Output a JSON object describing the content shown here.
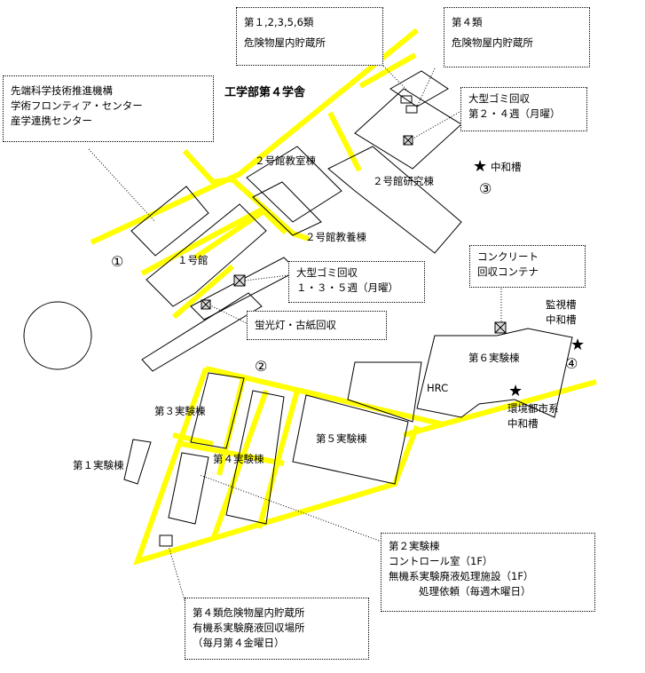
{
  "map": {
    "title": "工学部第４学舎",
    "buildings": {
      "bldg2_classroom": "２号館教室棟",
      "bldg2_research": "２号館研究棟",
      "bldg2_liberal": "２号館教養棟",
      "bldg1": "１号館",
      "lab6": "第６実験棟",
      "hrc": "HRC",
      "lab3": "第３実験棟",
      "lab5": "第５実験棟",
      "lab4": "第４実験棟",
      "lab1": "第１実験棟"
    },
    "markers": {
      "m1": "①",
      "m2": "②",
      "m3": "③",
      "m4": "④",
      "star": "★"
    },
    "point_labels": {
      "neutralizer": "中和槽",
      "monitor_neutralizer": [
        "監視槽",
        "中和槽"
      ],
      "env_neutralizer": [
        "環境都市系",
        "中和槽"
      ]
    },
    "callouts": {
      "hazmat_1_6": [
        "第１,2,3,5,6類",
        "危険物屋内貯蔵所"
      ],
      "hazmat_4": [
        "第４類",
        "危険物屋内貯蔵所"
      ],
      "garbage_24": [
        "大型ゴミ回収",
        "第２・４週（月曜）"
      ],
      "frontier": [
        "先端科学技術推進機構",
        "学術フロンティア・センター",
        "産学連携センター"
      ],
      "garbage_135": [
        "大型ゴミ回収",
        "１・３・５週（月曜）"
      ],
      "fluorescent": "蛍光灯・古紙回収",
      "concrete": [
        "コンクリート",
        "回収コンテナ"
      ],
      "lab2_control": [
        "第２実験棟",
        "コントロール室（1F）",
        "無機系実験廃液処理施設（1F）",
        "処理依頼（毎週木曜日）"
      ],
      "hazmat4_organic": [
        "第４類危険物屋内貯蔵所",
        "有機系実験廃液回収場所",
        "（毎月第４金曜日）"
      ]
    }
  },
  "colors": {
    "road": "#ffff00",
    "outline": "#000000",
    "background": "#ffffff"
  }
}
